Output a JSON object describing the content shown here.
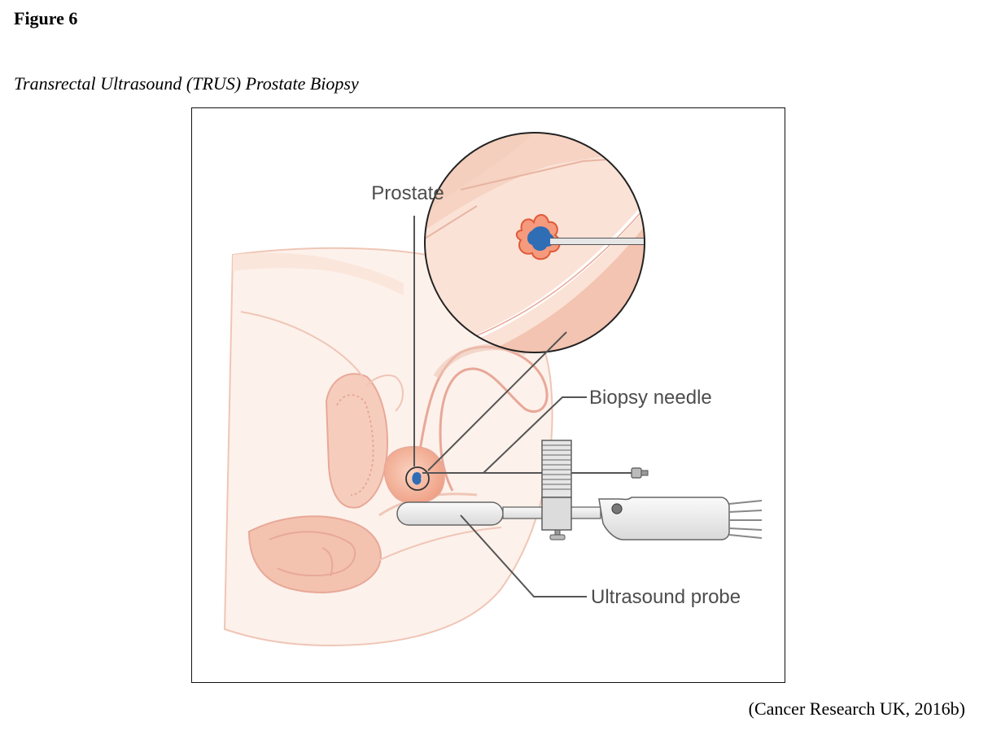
{
  "heading": "Figure 6",
  "title": "Transrectal Ultrasound (TRUS) Prostate Biopsy",
  "diagram": {
    "labels": {
      "prostate": "Prostate",
      "biopsy_needle": "Biopsy needle",
      "ultrasound_probe": "Ultrasound probe"
    }
  },
  "citation": "(Cancer Research UK, 2016b)",
  "colors": {
    "tissue_light": "#fbe6dc",
    "tissue_outline": "#e8a898",
    "prostate": "#f2b39a",
    "tumor_blue": "#2f6db5",
    "tumor_outline": "#e05a3a",
    "leader_line": "#555555",
    "probe_fill": "#eeeeee"
  }
}
